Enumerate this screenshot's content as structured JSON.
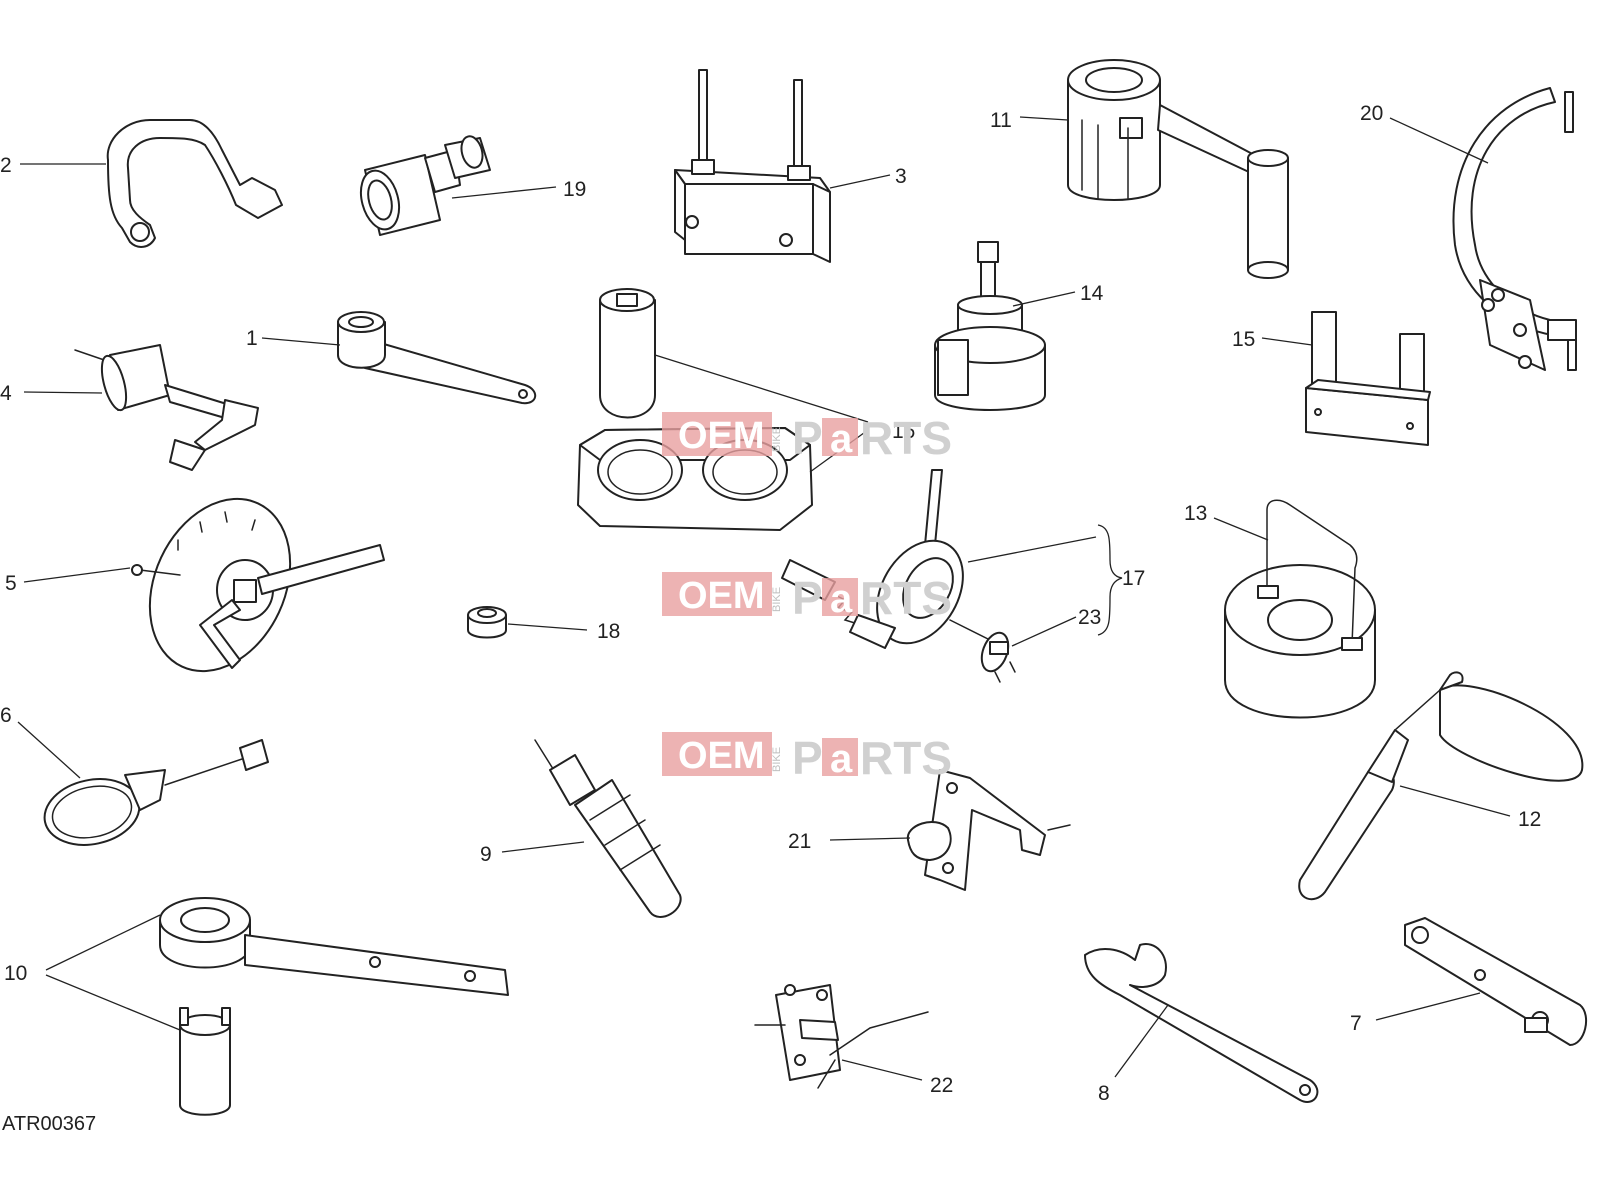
{
  "drawing_code": "ATR00367",
  "labels": {
    "l1": "1",
    "l2": "2",
    "l3": "3",
    "l4": "4",
    "l5": "5",
    "l6": "6",
    "l7": "7",
    "l8": "8",
    "l9": "9",
    "l10": "10",
    "l11": "11",
    "l12": "12",
    "l13": "13",
    "l14": "14",
    "l15": "15",
    "l16": "16",
    "l17": "17",
    "l18": "18",
    "l19": "19",
    "l20": "20",
    "l21": "21",
    "l22": "22",
    "l23": "23"
  },
  "watermark": {
    "oem": "OEM",
    "bike": "BIKE",
    "parts_p": "P",
    "parts_a": "a",
    "parts_rts": "RTS",
    "color": "#e8a0a0"
  }
}
